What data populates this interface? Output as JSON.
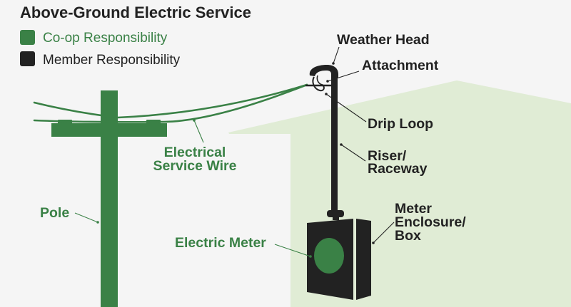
{
  "title": "Above-Ground Electric Service",
  "legend": [
    {
      "label": "Co-op Responsibility",
      "color": "#3a8146"
    },
    {
      "label": "Member Responsibility",
      "color": "#222222"
    }
  ],
  "colors": {
    "coop": "#3a8146",
    "member": "#222222",
    "house": "#e0ecd5",
    "background": "#f5f5f5"
  },
  "labels": {
    "weather_head": "Weather Head",
    "attachment": "Attachment",
    "drip_loop": "Drip Loop",
    "riser": [
      "Riser/",
      "Raceway"
    ],
    "meter_enclosure": [
      "Meter",
      "Enclosure/",
      "Box"
    ],
    "electric_meter": "Electric Meter",
    "pole": "Pole",
    "service_wire": [
      "Electrical",
      "Service Wire"
    ]
  }
}
